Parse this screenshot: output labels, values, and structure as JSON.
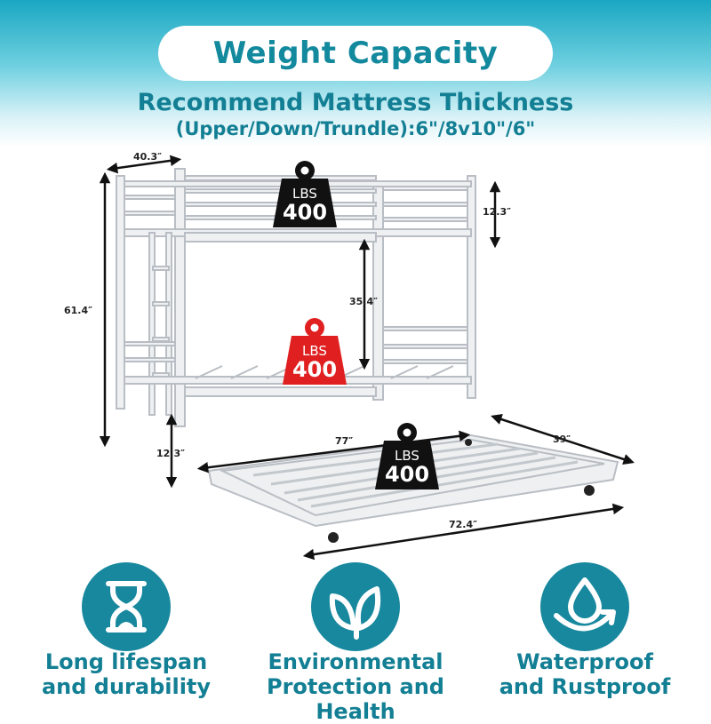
{
  "header": {
    "title": "Weight Capacity",
    "subtitle_line1": "Recommend Mattress Thickness",
    "subtitle_line2": "(Upper/Down/Trundle):6\"/8v10\"/6\""
  },
  "weights": {
    "upper": {
      "unit": "LBS",
      "value": "400",
      "color": "#111111"
    },
    "lower": {
      "unit": "LBS",
      "value": "400",
      "color": "#e02020"
    },
    "trundle": {
      "unit": "LBS",
      "value": "400",
      "color": "#111111"
    }
  },
  "dimensions": {
    "width": "40.3″",
    "height": "61.4″",
    "guardrail": "12.3″",
    "bunk_gap": "35.4″",
    "clearance": "12.3″",
    "trundle_length_top": "77″",
    "trundle_width": "39″",
    "trundle_length": "72.4″"
  },
  "features": [
    {
      "icon": "hourglass-icon",
      "line1": "Long lifespan",
      "line2": "and durability"
    },
    {
      "icon": "leaf-icon",
      "line1": "Environmental",
      "line2": "Protection and Health"
    },
    {
      "icon": "water-drop-icon",
      "line1": "Waterproof",
      "line2": "and Rustproof"
    }
  ],
  "colors": {
    "accent": "#137f94",
    "header_gradient": "#1aa7c2",
    "icon_circle": "#18889e",
    "frame": "#e4e7ea"
  }
}
